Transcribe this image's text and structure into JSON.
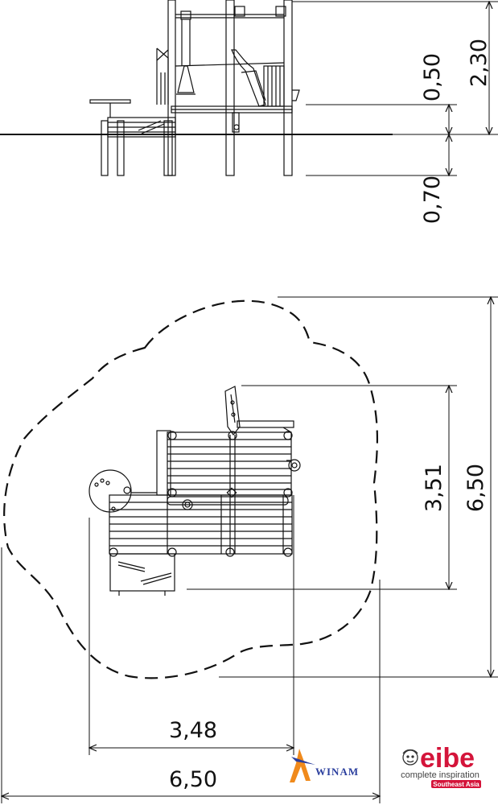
{
  "side_view": {
    "dimensions": {
      "overall_height": "2,30",
      "platform_height": "0,50",
      "foundation_depth": "0,70"
    }
  },
  "plan_view": {
    "dimensions": {
      "equipment_depth": "3,51",
      "safety_area_depth": "6,50",
      "equipment_width": "3,48",
      "safety_area_width": "6,50"
    }
  },
  "logos": {
    "winam": "WINAM",
    "eibe_brand": "eibe",
    "eibe_tagline": "complete inspiration",
    "eibe_region": "Southeast Asia",
    "colors": {
      "eibe_red": "#d4143a",
      "winam_blue": "#2b3f9e",
      "winam_orange": "#f08a1c"
    }
  }
}
